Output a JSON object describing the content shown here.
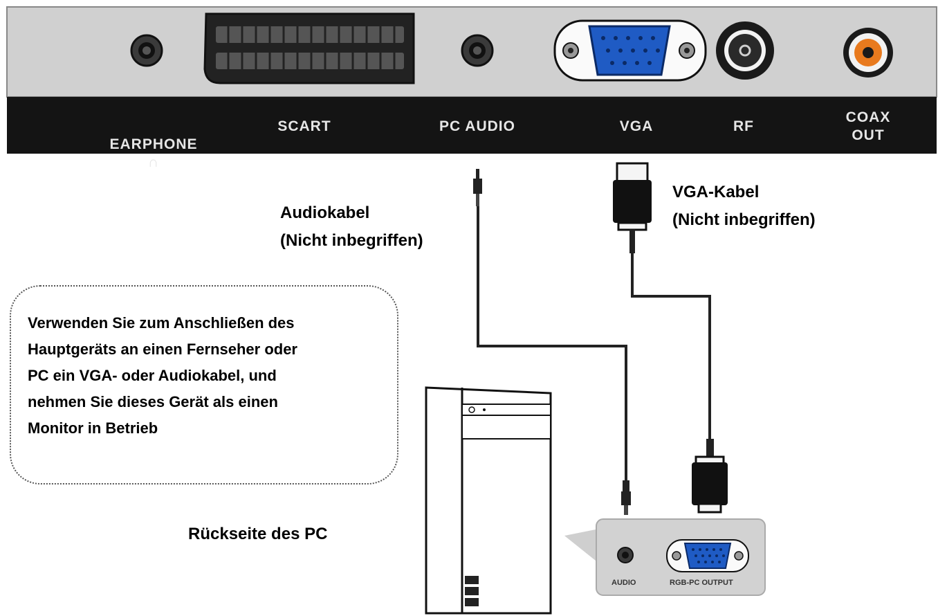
{
  "panel": {
    "ports": [
      {
        "id": "earphone",
        "label": "EARPHONE",
        "icon": "headphone-icon"
      },
      {
        "id": "scart",
        "label": "SCART"
      },
      {
        "id": "pc-audio",
        "label": "PC AUDIO"
      },
      {
        "id": "vga",
        "label": "VGA"
      },
      {
        "id": "rf",
        "label": "RF"
      },
      {
        "id": "coax-out",
        "label": "COAX\nOUT"
      }
    ]
  },
  "cables": {
    "audio": {
      "name": "Audiokabel",
      "note": "(Nicht inbegriffen)"
    },
    "vga": {
      "name": "VGA-Kabel",
      "note": "(Nicht inbegriffen)"
    }
  },
  "instruction": {
    "lines": [
      "Verwenden Sie zum Anschließen des",
      "Hauptgeräts an einen Fernseher oder",
      "PC ein VGA- oder Audiokabel, und",
      "nehmen Sie dieses Gerät als einen",
      "Monitor in Betrieb"
    ]
  },
  "pc": {
    "label": "Rückseite des PC",
    "ports": {
      "audio": "AUDIO",
      "vga": "RGB-PC OUTPUT"
    }
  },
  "colors": {
    "panel_bg": "#cfcfcf",
    "label_bar": "#141414",
    "vga_blue": "#1f5bc4",
    "coax_orange": "#e87a1e"
  }
}
